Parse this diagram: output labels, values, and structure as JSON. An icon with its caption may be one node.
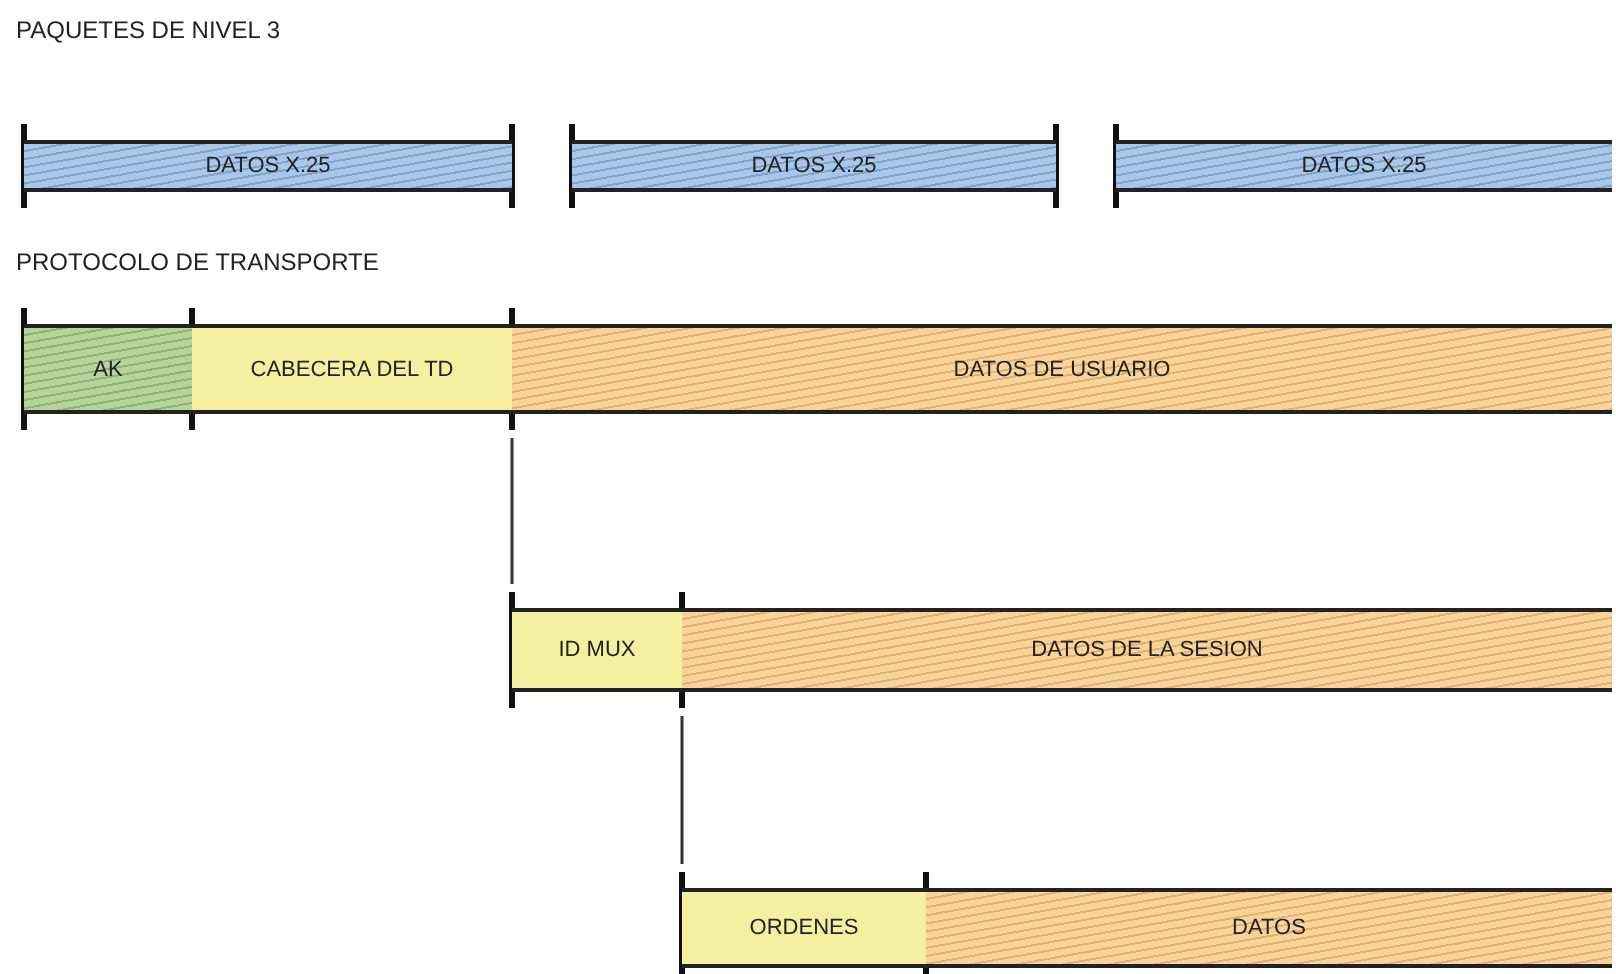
{
  "diagram": {
    "nodes": [
      {
        "text": [
          "DATOS X.25"
        ]
      },
      {
        "text": [
          "DATOS X.25"
        ]
      },
      {
        "text": [
          "DATOS X.25"
        ]
      },
      {
        "text": [
          "AK"
        ]
      },
      {
        "text": [
          "CABECERA DEL TD"
        ]
      },
      {
        "text": [
          "DATOS DE USUARIO"
        ]
      },
      {
        "text": [
          "ID MUX"
        ]
      },
      {
        "text": [
          "DATOS DE LA SESION"
        ]
      },
      {
        "text": [
          "ORDENES"
        ]
      },
      {
        "text": [
          "DATOS"
        ]
      }
    ],
    "edges": [
      {
        "from": 5,
        "to": 6,
        "arrow": "none"
      },
      {
        "from": 7,
        "to": 8,
        "arrow": "none"
      }
    ],
    "labels": [
      "PAQUETES DE NIVEL 3",
      "PROTOCOLO DE TRANSPORTE"
    ]
  }
}
